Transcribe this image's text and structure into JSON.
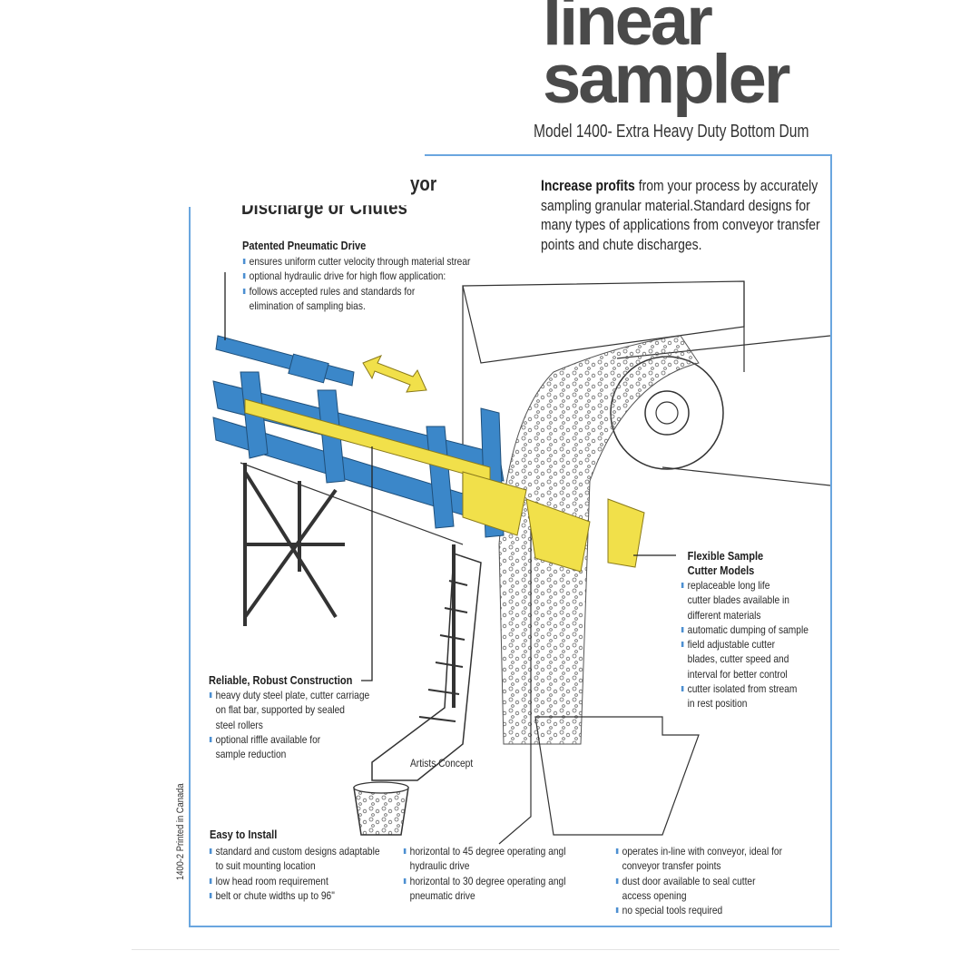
{
  "header": {
    "title_line1": "linear",
    "title_line2": "sampler",
    "model_line": "Model 1400- Extra Heavy Duty Bottom Dum"
  },
  "section": {
    "heading_line1": "yor",
    "heading_line2": "Discharge or Chutes"
  },
  "intro": {
    "bold": "Increase profits",
    "line1_rest": " from your process by accurately",
    "line2": "sampling granular material.Standard designs for",
    "line3": "many types of applications from conveyor transfer",
    "line4": "points and chute discharges."
  },
  "drive": {
    "heading": "Patented Pneumatic Drive",
    "items": [
      "ensures uniform cutter velocity through material strear",
      "optional hydraulic drive for high flow application:",
      "follows accepted rules and standards for"
    ],
    "continuation": "elimination of sampling bias."
  },
  "cutter": {
    "heading_line1": "Flexible Sample",
    "heading_line2": "Cutter Models",
    "items": [
      [
        "replaceable long life",
        "cutter blades available in",
        "different materials"
      ],
      [
        "automatic dumping of sample"
      ],
      [
        "field adjustable cutter",
        "blades, cutter speed and",
        "interval for better control"
      ],
      [
        "cutter isolated from stream",
        "in rest position"
      ]
    ]
  },
  "construction": {
    "heading": "Reliable, Robust Construction",
    "items": [
      [
        "heavy duty steel plate, cutter carriage",
        "on flat bar, supported by sealed",
        "steel rollers"
      ],
      [
        "optional riffle available for",
        "sample reduction"
      ]
    ]
  },
  "artist_concept": "Artists Concept",
  "install": {
    "heading": "Easy to Install",
    "col1": [
      [
        "standard and custom designs adaptable",
        "to suit mounting location"
      ],
      [
        "low head room requirement"
      ],
      [
        "belt or chute widths up to 96\""
      ]
    ],
    "col2": [
      [
        "horizontal to 45 degree operating angl",
        "hydraulic drive"
      ],
      [
        "horizontal to 30 degree operating angl",
        "pneumatic drive"
      ]
    ],
    "col3": [
      [
        "operates in-line with conveyor, ideal for",
        "conveyor transfer points"
      ],
      [
        "dust door available to seal cutter",
        "access opening"
      ],
      [
        "no special tools required"
      ]
    ]
  },
  "side_print": "1400-2  Printed in Canada",
  "colors": {
    "frame_blue": "#6aa6df",
    "machine_blue": "#3b87c9",
    "machine_yellow": "#f1e04a",
    "title_gray": "#4a4a4a"
  }
}
